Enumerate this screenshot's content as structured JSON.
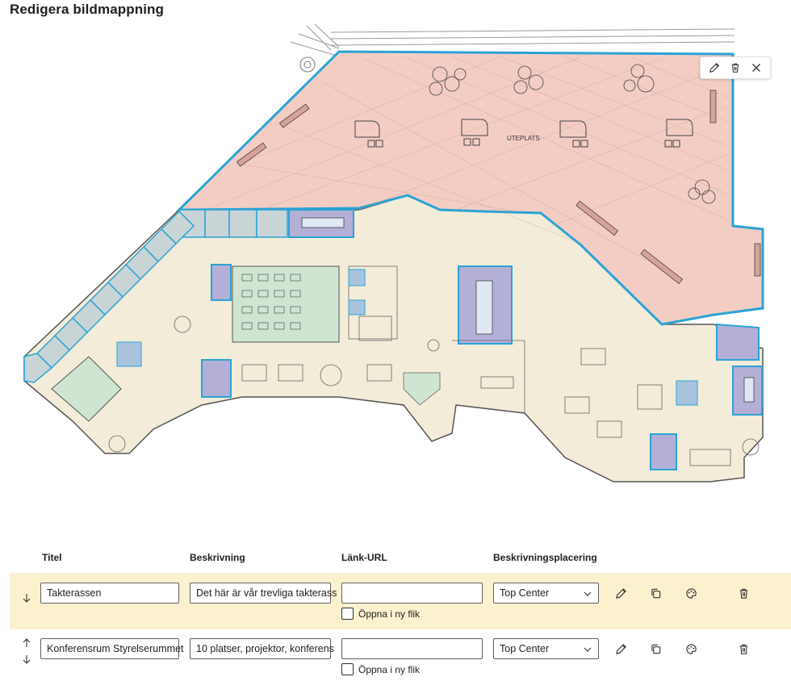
{
  "page": {
    "title": "Redigera bildmappning"
  },
  "map": {
    "area_label": "UTEPLATS"
  },
  "headers": {
    "title": "Titel",
    "description": "Beskrivning",
    "url": "Länk-URL",
    "placement": "Beskrivningsplacering"
  },
  "rows": [
    {
      "title": "Takterassen",
      "description": "Det här är vår trevliga takterass",
      "url": "",
      "placement": "Top Center",
      "new_tab_label": "Öppna i ny flik",
      "selected": true
    },
    {
      "title": "Konferensrum Styrelserummet",
      "description": "10 platser, projektor, konferens",
      "url": "",
      "placement": "Top Center",
      "new_tab_label": "Öppna i ny flik",
      "selected": false
    }
  ],
  "colors": {
    "accent": "#0078d4",
    "selected_row": "#fcf1cf",
    "area_fill": "#f3cdc4",
    "area_border": "#2aa3d6"
  },
  "icons": {
    "edit": "pencil-icon",
    "duplicate": "copy-icon",
    "style": "palette-icon",
    "delete": "trash-icon",
    "close": "close-icon"
  }
}
